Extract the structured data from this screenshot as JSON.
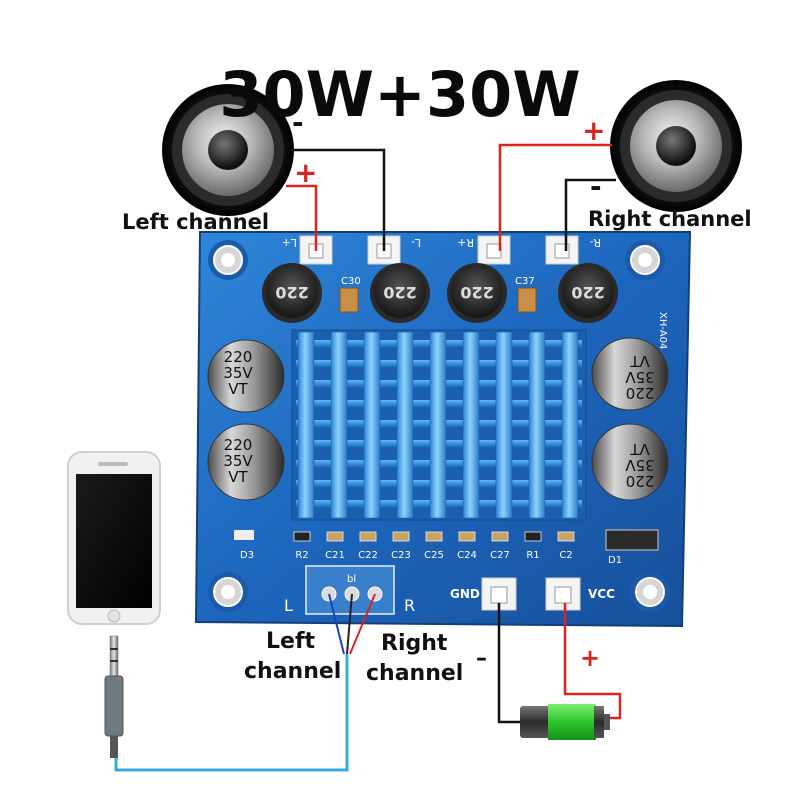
{
  "title": "30W+30W",
  "labels": {
    "left_channel_top": "Left channel",
    "right_channel_top": "Right channel",
    "left_channel_bottom_1": "Left",
    "left_channel_bottom_2": "channel",
    "right_channel_bottom_1": "Right",
    "right_channel_bottom_2": "channel"
  },
  "signs": {
    "left_minus": "-",
    "left_plus": "+",
    "right_plus": "+",
    "right_minus": "-",
    "battery_minus": "–",
    "battery_plus": "+"
  },
  "board": {
    "terminals": [
      "L+",
      "L-",
      "R+",
      "R-"
    ],
    "inductor_marking": "220",
    "capacitor_marking": [
      "220",
      "35V",
      "VT"
    ],
    "silk": {
      "c30": "C30",
      "c37": "C37",
      "model": "XH-A04",
      "d3": "D3",
      "d1": "D1",
      "row": [
        "R2",
        "C21",
        "C22",
        "C23",
        "C25",
        "C24",
        "C27",
        "R1",
        "C2"
      ],
      "input_l": "L",
      "input_r": "R",
      "input_mark": "bl",
      "gnd": "GND",
      "vcc": "VCC"
    }
  },
  "colors": {
    "board": "#1f6fc6",
    "heatsink": "#3aa0ee",
    "wire_red": "#d8251f",
    "wire_black": "#111111",
    "wire_blue": "#3aa7e0",
    "battery_green": "#39d23a"
  }
}
